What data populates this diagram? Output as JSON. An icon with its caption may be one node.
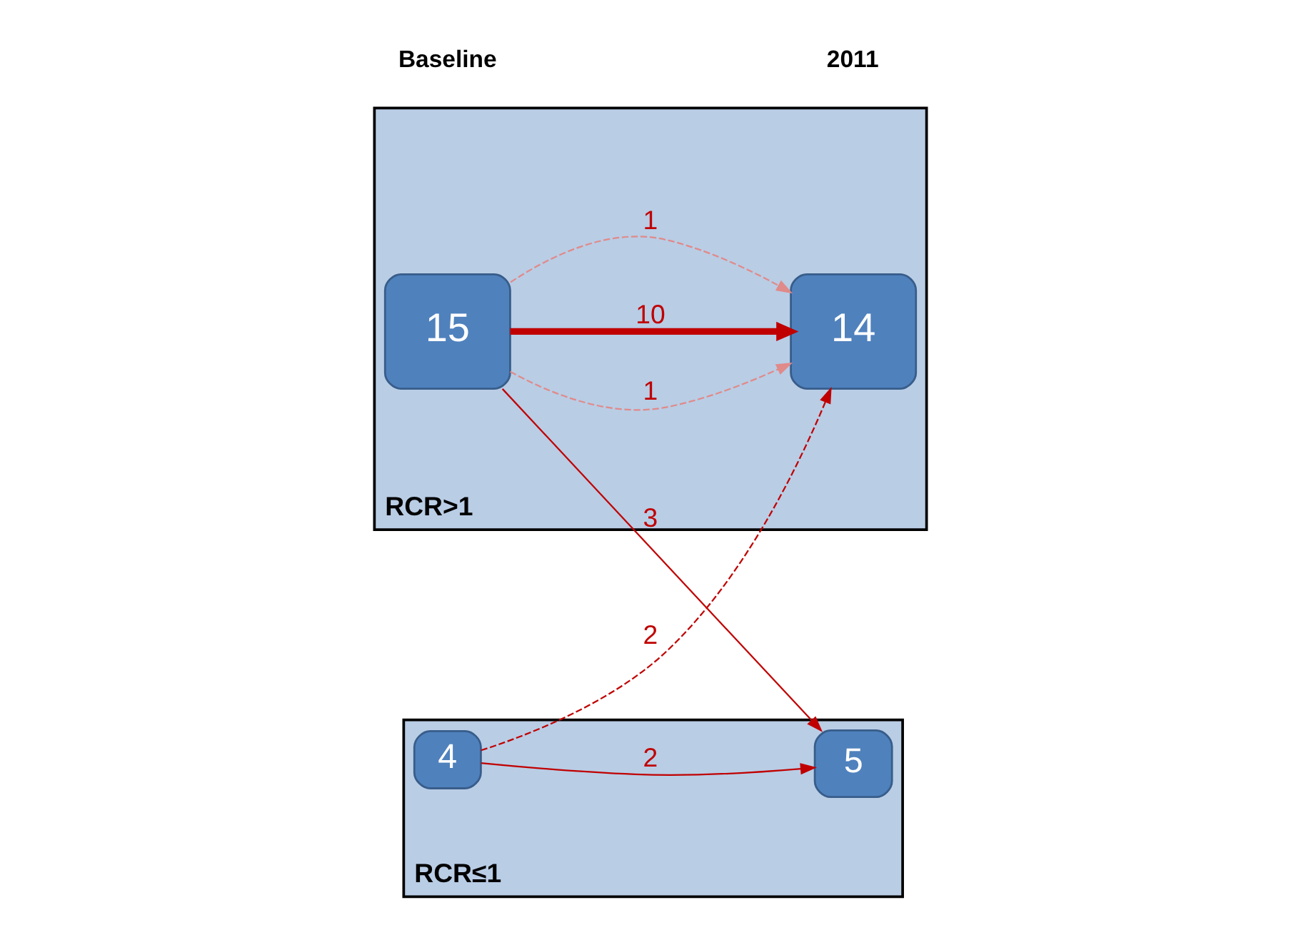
{
  "diagram": {
    "nodes": [
      {
        "text": [
          "RCR>1"
        ]
      },
      {
        "text": [
          "15"
        ],
        "in": 0
      },
      {
        "text": [
          "14"
        ],
        "in": 0
      },
      {
        "text": [
          "RCR≤1"
        ]
      },
      {
        "text": [
          "4"
        ],
        "in": 3
      },
      {
        "text": [
          "5"
        ],
        "in": 3
      }
    ],
    "edges": [
      {
        "from": 1,
        "to": 2,
        "arrow": "to",
        "label": "1",
        "style": "dashed",
        "color": "#e08a8a"
      },
      {
        "from": 1,
        "to": 2,
        "arrow": "to",
        "label": "1",
        "style": "dashed",
        "color": "#e08a8a"
      },
      {
        "from": 1,
        "to": 2,
        "arrow": "to",
        "label": "10",
        "style": "thick"
      },
      {
        "from": 4,
        "to": 2,
        "arrow": "to",
        "label": "2",
        "style": "dashed"
      },
      {
        "from": 1,
        "to": 5,
        "arrow": "to",
        "label": "3"
      },
      {
        "from": 4,
        "to": 5,
        "arrow": "to",
        "label": "2"
      }
    ],
    "labels": [
      "Baseline",
      "2011"
    ]
  }
}
